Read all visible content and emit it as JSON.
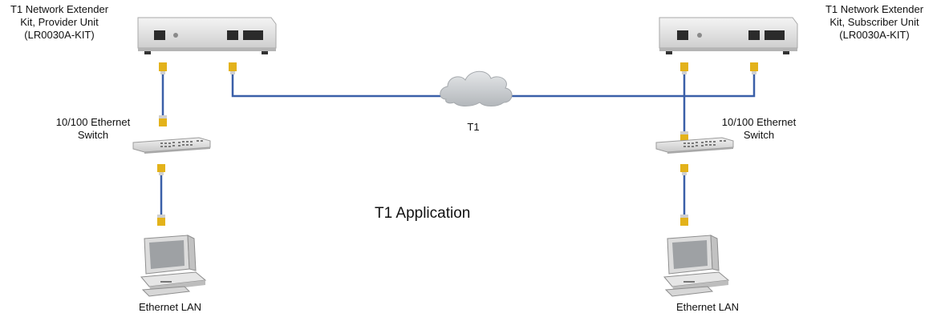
{
  "provider_unit": {
    "line1": "T1 Network Extender",
    "line2": "Kit, Provider Unit",
    "line3": "(LR0030A-KIT)"
  },
  "subscriber_unit": {
    "line1": "T1 Network Extender",
    "line2": "Kit, Subscriber Unit",
    "line3": "(LR0030A-KIT)"
  },
  "left_switch": {
    "line1": "10/100 Ethernet",
    "line2": "Switch"
  },
  "right_switch": {
    "line1": "10/100 Ethernet",
    "line2": "Switch"
  },
  "t1_cloud_label": "T1",
  "diagram_title": "T1 Application",
  "left_lan_label": "Ethernet LAN",
  "right_lan_label": "Ethernet LAN",
  "colors": {
    "cable": "#3a5fa8",
    "connector": "#e3b21a",
    "device_body": "#e6e6e6",
    "cloud": "#c9cccf"
  }
}
